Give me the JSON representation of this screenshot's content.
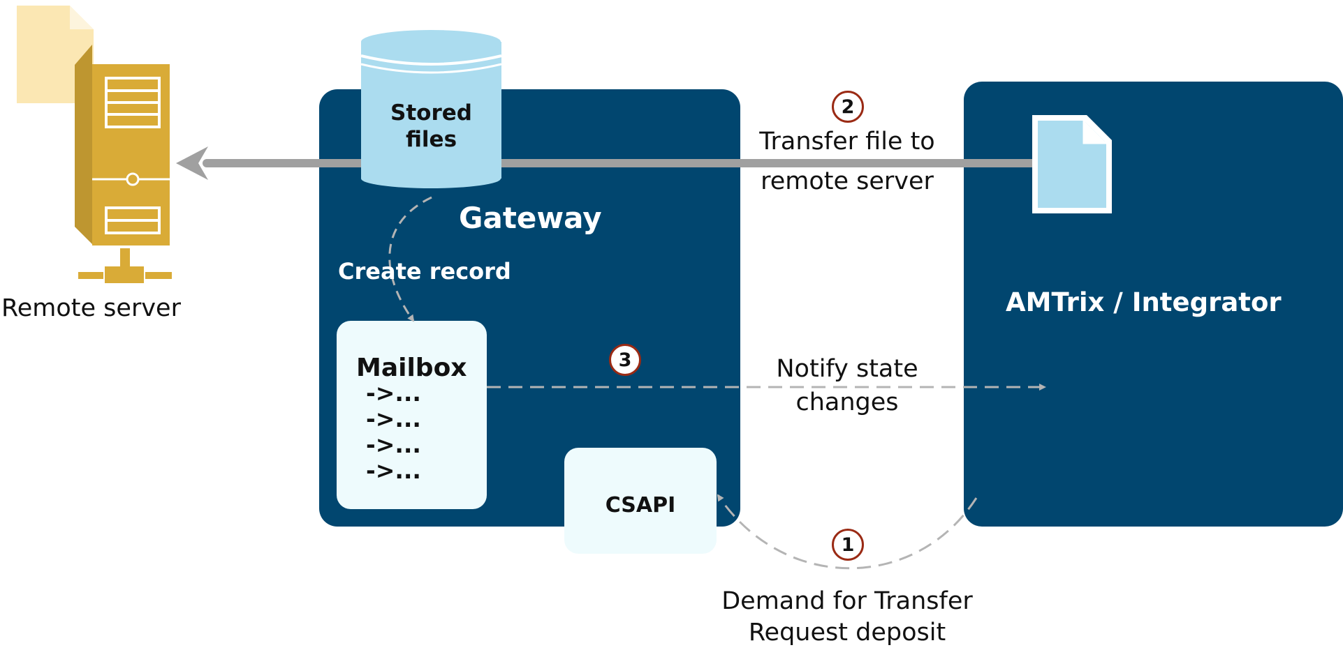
{
  "nodes": {
    "remote_server": "Remote server",
    "stored_files": [
      "Stored",
      "files"
    ],
    "gateway": "Gateway",
    "create_record": "Create record",
    "mailbox_title": "Mailbox",
    "mailbox_items": [
      "->...",
      "->...",
      "->...",
      "->..."
    ],
    "csapi": "CSAPI",
    "amtrix": "AMTrix / Integrator"
  },
  "steps": [
    {
      "number": "1",
      "label": [
        "Demand for Transfer",
        "Request deposit"
      ]
    },
    {
      "number": "2",
      "label": [
        "Transfer file to",
        "remote server"
      ]
    },
    {
      "number": "3",
      "label": [
        "Notify state",
        "changes"
      ]
    }
  ],
  "colors": {
    "box_navy": "#01466f",
    "db_light_blue": "#abdcef",
    "server_gold": "#d9ab37",
    "file_pale": "#fbe7b3",
    "panel_white": "#eefbfd",
    "arrow_grey": "#a0a0a0",
    "step_border": "#9a2a14"
  }
}
